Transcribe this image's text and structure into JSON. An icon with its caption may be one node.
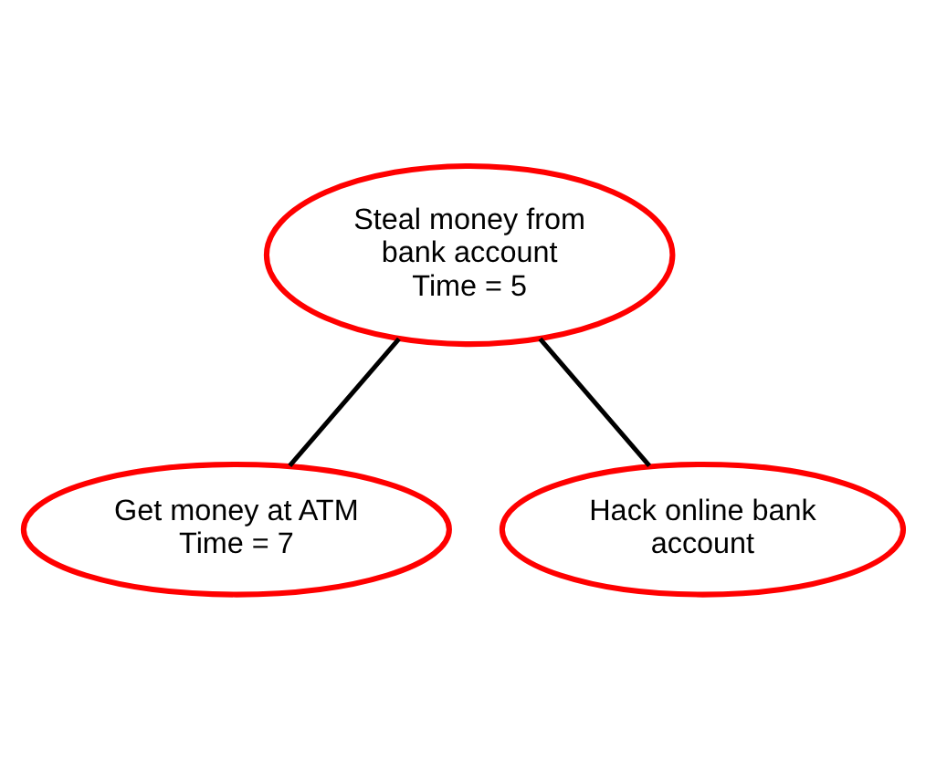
{
  "diagram": {
    "nodes": [
      {
        "text": [
          "Steal money from bank account",
          "Time = 5"
        ]
      },
      {
        "text": [
          "Get money at ATM",
          "Time = 7"
        ]
      },
      {
        "text": [
          "Hack online bank account"
        ]
      }
    ],
    "edges": [
      {
        "from": 0,
        "to": 1,
        "arrow": "none"
      },
      {
        "from": 0,
        "to": 2,
        "arrow": "none"
      }
    ]
  }
}
